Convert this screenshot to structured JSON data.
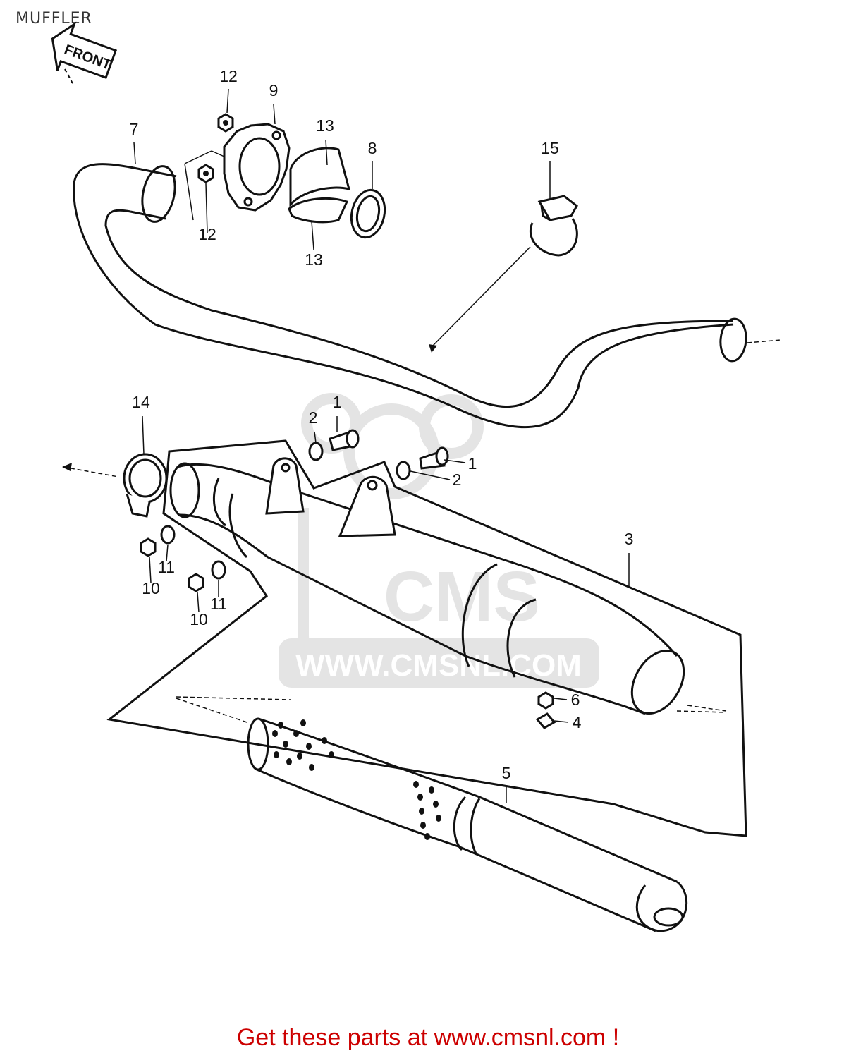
{
  "page": {
    "title": "MUFFLER"
  },
  "front_arrow": {
    "label": "FRONT"
  },
  "watermark": {
    "logo_text": "CMS",
    "url_text": "WWW.CMSNL.COM"
  },
  "callouts": [
    {
      "id": "c1a",
      "label": "1"
    },
    {
      "id": "c1b",
      "label": "1"
    },
    {
      "id": "c2a",
      "label": "2"
    },
    {
      "id": "c2b",
      "label": "2"
    },
    {
      "id": "c3",
      "label": "3"
    },
    {
      "id": "c4",
      "label": "4"
    },
    {
      "id": "c5",
      "label": "5"
    },
    {
      "id": "c6",
      "label": "6"
    },
    {
      "id": "c7",
      "label": "7"
    },
    {
      "id": "c8",
      "label": "8"
    },
    {
      "id": "c9",
      "label": "9"
    },
    {
      "id": "c10a",
      "label": "10"
    },
    {
      "id": "c10b",
      "label": "10"
    },
    {
      "id": "c11a",
      "label": "11"
    },
    {
      "id": "c11b",
      "label": "11"
    },
    {
      "id": "c12a",
      "label": "12"
    },
    {
      "id": "c12b",
      "label": "12"
    },
    {
      "id": "c13a",
      "label": "13"
    },
    {
      "id": "c13b",
      "label": "13"
    },
    {
      "id": "c14",
      "label": "14"
    },
    {
      "id": "c15",
      "label": "15"
    }
  ],
  "footer": {
    "cta": "Get these parts at www.cmsnl.com !"
  },
  "colors": {
    "line": "#111111",
    "watermark": "#e4e4e4",
    "footer": "#cc0000"
  }
}
